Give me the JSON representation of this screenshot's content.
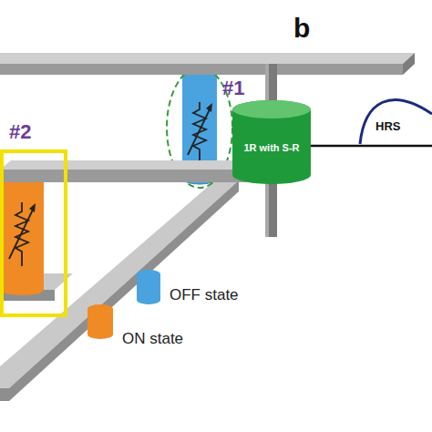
{
  "diagram": {
    "nodes": [
      {
        "text": [
          "1R with S-R"
        ]
      }
    ],
    "labels": [
      "#1",
      "#2",
      "b",
      "HRS"
    ],
    "legend": [
      {
        "text": "OFF state",
        "color": "#4aa3df"
      },
      {
        "text": "ON state",
        "color": "#f08a24"
      }
    ]
  }
}
